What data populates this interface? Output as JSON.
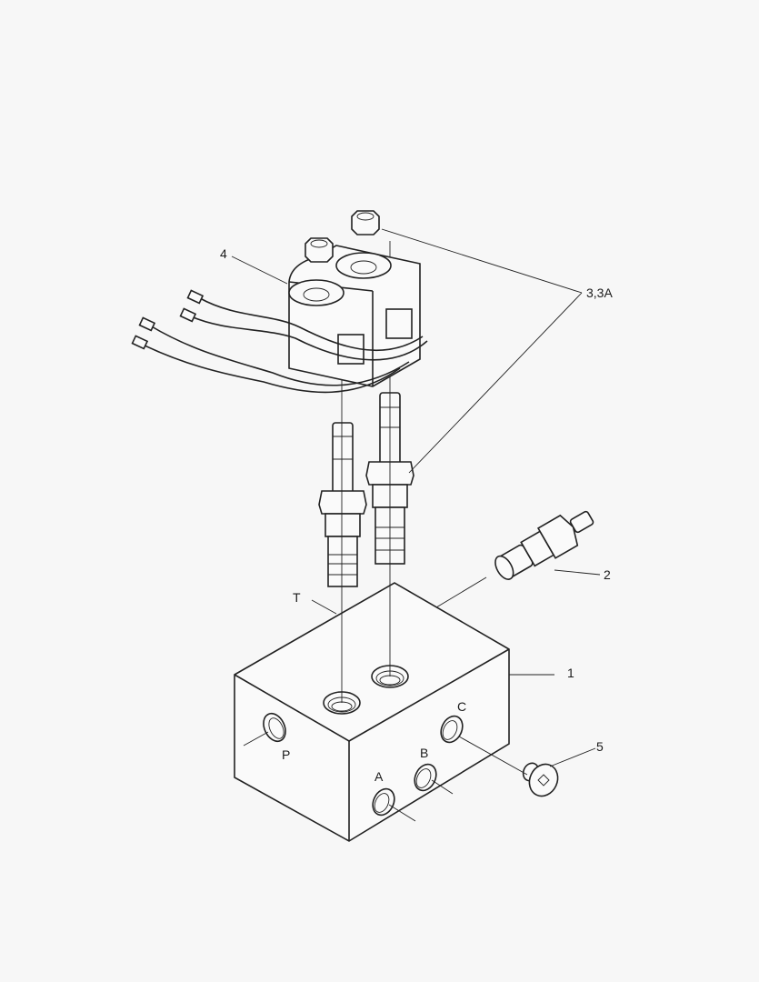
{
  "diagram": {
    "type": "exploded-view parts diagram",
    "subject": "Hydraulic valve block with solenoid cartridge valves",
    "callouts": [
      {
        "id": "1",
        "label": "1",
        "part": "valve block"
      },
      {
        "id": "2",
        "label": "2",
        "part": "relief/cartridge valve"
      },
      {
        "id": "3",
        "label": "3,3A",
        "part": "solenoid cartridge valves with nuts"
      },
      {
        "id": "4",
        "label": "4",
        "part": "solenoid coils with wiring"
      },
      {
        "id": "5",
        "label": "5",
        "part": "plug screw"
      }
    ],
    "ports": [
      {
        "label": "T"
      },
      {
        "label": "P"
      },
      {
        "label": "A"
      },
      {
        "label": "B"
      },
      {
        "label": "C"
      }
    ]
  }
}
